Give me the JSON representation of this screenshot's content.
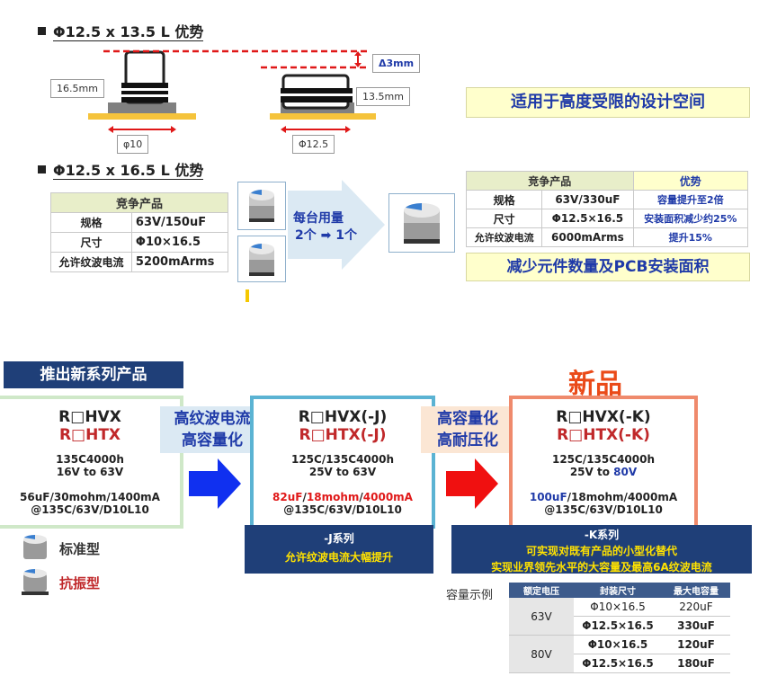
{
  "sec1": {
    "heading": "Φ12.5 x 13.5 L  优势",
    "left_height": "16.5mm",
    "right_height": "13.5mm",
    "delta": "Δ3mm",
    "left_dia": "φ10",
    "right_dia": "Φ12.5",
    "benefit": "适用于高度受限的设计空间"
  },
  "sec2": {
    "heading": "Φ12.5 x 16.5 L  优势",
    "competitor_table": {
      "header": "竞争产品",
      "rows": [
        {
          "label": "规格",
          "value": "63V/150uF"
        },
        {
          "label": "尺寸",
          "value": "Φ10×16.5"
        },
        {
          "label": "允许纹波电流",
          "value": "5200mArms"
        }
      ]
    },
    "arrow_line1": "每台用量",
    "arrow_line2": "2个 ➡ 1个",
    "result_table": {
      "header": "竞争产品",
      "header_adv": "优势",
      "rows": [
        {
          "label": "规格",
          "value": "63V/330uF",
          "adv": "容量提升至2倍"
        },
        {
          "label": "尺寸",
          "value": "Φ12.5×16.5",
          "adv": "安装面积减少约25%"
        },
        {
          "label": "允许纹波电流",
          "value": "6000mArms",
          "adv": "提升15%"
        }
      ]
    },
    "benefit": "减少元件数量及PCB安装面积"
  },
  "sec3": {
    "title": "推出新系列产品",
    "new_label": "新品",
    "series": [
      {
        "name1": "R□HVX",
        "name2": "R□HTX",
        "spec1": "135C4000h",
        "spec2": "16V to 63V",
        "val_a": "56uF",
        "val_b": "30mohm",
        "val_c": "1400mA",
        "cond": "@135C/63V/D10L10"
      },
      {
        "name1": "R□HVX(-J)",
        "name2": "R□HTX(-J)",
        "spec1": "125C/135C4000h",
        "spec2": "25V to 63V",
        "val_a": "82uF",
        "val_b": "18mohm",
        "val_c": "4000mA",
        "cond": "@135C/63V/D10L10"
      },
      {
        "name1": "R□HVX(-K)",
        "name2": "R□HTX(-K)",
        "spec1": "125C/135C4000h",
        "spec2a": "25V to ",
        "spec2b": "80V",
        "val_a": "100uF",
        "val_b": "18mohm",
        "val_c": "4000mA",
        "cond": "@135C/63V/D10L10"
      }
    ],
    "arrow1_l1": "高纹波电流",
    "arrow1_l2": "高容量化",
    "arrow2_l1": "高容量化",
    "arrow2_l2": "高耐压化",
    "j_title": "-J系列",
    "j_desc": "允许纹波电流大幅提升",
    "k_title": "-K系列",
    "k_desc1": "可实现对既有产品的小型化替代",
    "k_desc2": "实现业界领先水平的大容量及最高6A纹波电流",
    "legend_standard": "标准型",
    "legend_vibration": "抗振型",
    "example_label": "容量示例",
    "example_table": {
      "headers": [
        "额定电压",
        "封装尺寸",
        "最大电容量"
      ],
      "rows": [
        {
          "voltage": "63V",
          "size": "Φ10×16.5",
          "cap": "220uF"
        },
        {
          "voltage": "",
          "size": "Φ12.5×16.5",
          "cap": "330uF"
        },
        {
          "voltage": "80V",
          "size": "Φ10×16.5",
          "cap": "120uF"
        },
        {
          "voltage": "",
          "size": "Φ12.5×16.5",
          "cap": "180uF"
        }
      ]
    }
  }
}
